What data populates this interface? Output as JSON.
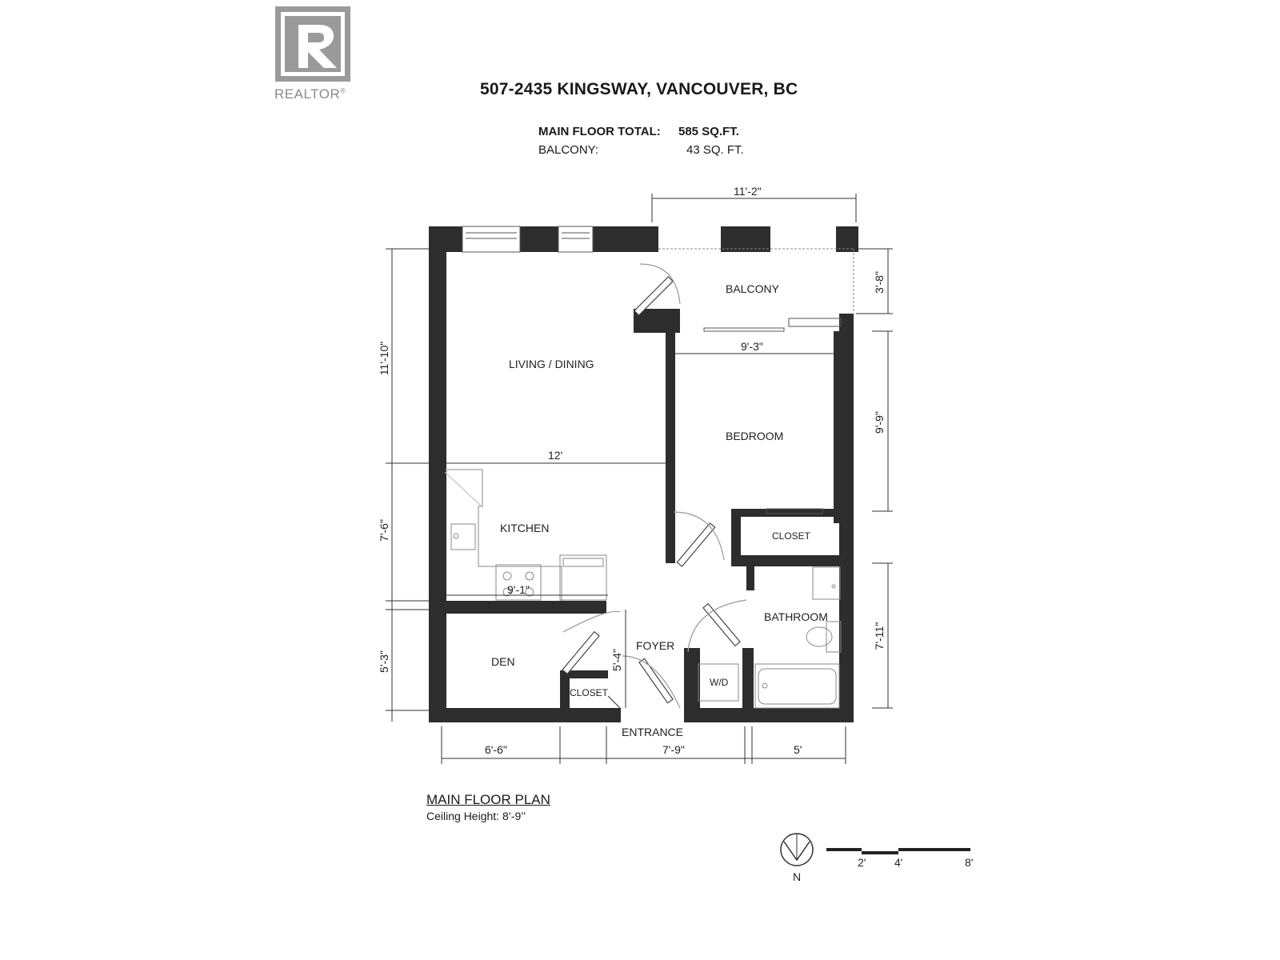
{
  "logo": {
    "wordmark": "REALTOR",
    "registered": "®",
    "icon": "realtor-r-logo"
  },
  "header": {
    "address": "507-2435 KINGSWAY, VANCOUVER, BC",
    "areas": [
      {
        "label": "MAIN FLOOR TOTAL:",
        "value": "585 SQ.FT."
      },
      {
        "label": "BALCONY:",
        "value": "43 SQ. FT."
      }
    ]
  },
  "rooms": {
    "living_dining": "LIVING / DINING",
    "balcony": "BALCONY",
    "bedroom": "BEDROOM",
    "kitchen": "KITCHEN",
    "closet_bedroom": "CLOSET",
    "bathroom": "BATHROOM",
    "den": "DEN",
    "closet_den": "CLOSET",
    "foyer": "FOYER",
    "wd": "W/D",
    "entrance": "ENTRANCE"
  },
  "dimensions": {
    "balcony_width": "11'-2\"",
    "balcony_depth": "3'-8\"",
    "bedroom_width": "9'-3\"",
    "bedroom_depth": "9'-9\"",
    "living_depth": "11'-10\"",
    "living_width": "12'",
    "kitchen_depth": "7'-6\"",
    "kitchen_width": "9'-1\"",
    "den_depth": "5'-3\"",
    "foyer_depth": "5'-4\"",
    "bathroom_depth": "7'-11\"",
    "den_width": "6'-6\"",
    "foyer_width": "7'-9\"",
    "bath_width": "5'"
  },
  "plan": {
    "title": "MAIN FLOOR PLAN",
    "ceiling": "Ceiling Height: 8’-9’’"
  },
  "legend": {
    "north": "N",
    "scale_labels": [
      "2'",
      "4'",
      "8'"
    ]
  }
}
